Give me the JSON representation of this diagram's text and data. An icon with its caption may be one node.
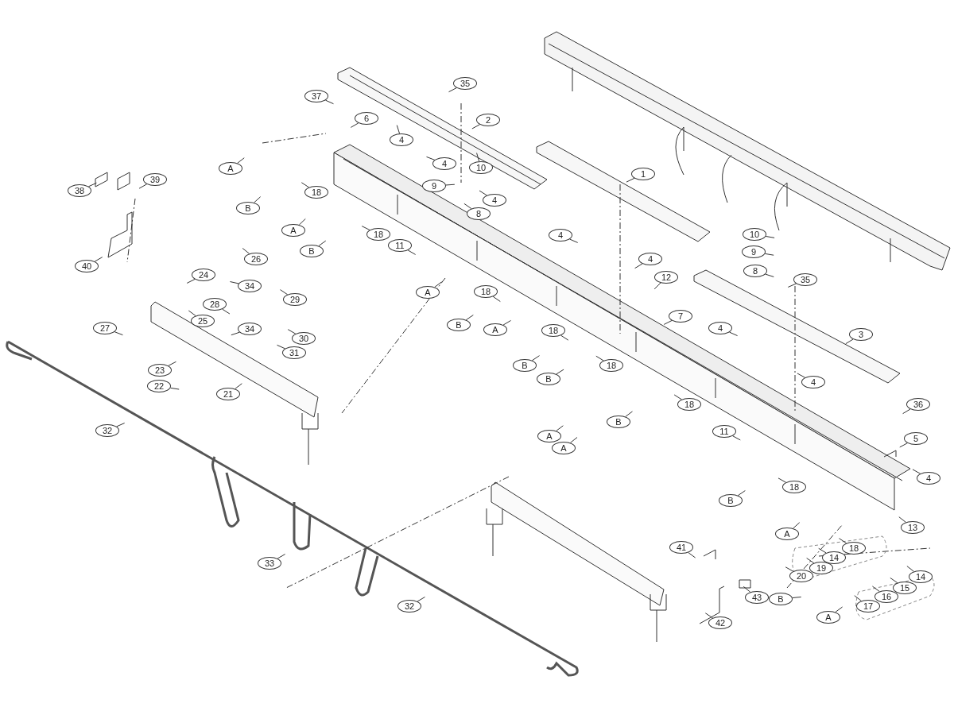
{
  "diagram": {
    "nodes": [
      {
        "text": [
          "35"
        ]
      },
      {
        "text": [
          "37"
        ]
      },
      {
        "text": [
          "6"
        ]
      },
      {
        "text": [
          "2"
        ]
      },
      {
        "text": [
          "4"
        ]
      },
      {
        "text": [
          "4"
        ]
      },
      {
        "text": [
          "10"
        ]
      },
      {
        "text": [
          "A"
        ]
      },
      {
        "text": [
          "1"
        ]
      },
      {
        "text": [
          "39"
        ]
      },
      {
        "text": [
          "9"
        ]
      },
      {
        "text": [
          "38"
        ]
      },
      {
        "text": [
          "18"
        ]
      },
      {
        "text": [
          "4"
        ]
      },
      {
        "text": [
          "B"
        ]
      },
      {
        "text": [
          "8"
        ]
      },
      {
        "text": [
          "18"
        ]
      },
      {
        "text": [
          "4"
        ]
      },
      {
        "text": [
          "A"
        ]
      },
      {
        "text": [
          "10"
        ]
      },
      {
        "text": [
          "11"
        ]
      },
      {
        "text": [
          "B"
        ]
      },
      {
        "text": [
          "9"
        ]
      },
      {
        "text": [
          "26"
        ]
      },
      {
        "text": [
          "40"
        ]
      },
      {
        "text": [
          "4"
        ]
      },
      {
        "text": [
          "8"
        ]
      },
      {
        "text": [
          "24"
        ]
      },
      {
        "text": [
          "12"
        ]
      },
      {
        "text": [
          "35"
        ]
      },
      {
        "text": [
          "34"
        ]
      },
      {
        "text": [
          "A"
        ]
      },
      {
        "text": [
          "18"
        ]
      },
      {
        "text": [
          "29"
        ]
      },
      {
        "text": [
          "28"
        ]
      },
      {
        "text": [
          "7"
        ]
      },
      {
        "text": [
          "25"
        ]
      },
      {
        "text": [
          "B"
        ]
      },
      {
        "text": [
          "27"
        ]
      },
      {
        "text": [
          "34"
        ]
      },
      {
        "text": [
          "4"
        ]
      },
      {
        "text": [
          "A"
        ]
      },
      {
        "text": [
          "18"
        ]
      },
      {
        "text": [
          "3"
        ]
      },
      {
        "text": [
          "30"
        ]
      },
      {
        "text": [
          "31"
        ]
      },
      {
        "text": [
          "B"
        ]
      },
      {
        "text": [
          "18"
        ]
      },
      {
        "text": [
          "23"
        ]
      },
      {
        "text": [
          "B"
        ]
      },
      {
        "text": [
          "4"
        ]
      },
      {
        "text": [
          "22"
        ]
      },
      {
        "text": [
          "21"
        ]
      },
      {
        "text": [
          "18"
        ]
      },
      {
        "text": [
          "36"
        ]
      },
      {
        "text": [
          "B"
        ]
      },
      {
        "text": [
          "32"
        ]
      },
      {
        "text": [
          "11"
        ]
      },
      {
        "text": [
          "A"
        ]
      },
      {
        "text": [
          "5"
        ]
      },
      {
        "text": [
          "A"
        ]
      },
      {
        "text": [
          "4"
        ]
      },
      {
        "text": [
          "18"
        ]
      },
      {
        "text": [
          "B"
        ]
      },
      {
        "text": [
          "13"
        ]
      },
      {
        "text": [
          "A"
        ]
      },
      {
        "text": [
          "18"
        ]
      },
      {
        "text": [
          "41"
        ]
      },
      {
        "text": [
          "14"
        ]
      },
      {
        "text": [
          "33"
        ]
      },
      {
        "text": [
          "19"
        ]
      },
      {
        "text": [
          "20"
        ]
      },
      {
        "text": [
          "14"
        ]
      },
      {
        "text": [
          "15"
        ]
      },
      {
        "text": [
          "43"
        ]
      },
      {
        "text": [
          "B"
        ]
      },
      {
        "text": [
          "16"
        ]
      },
      {
        "text": [
          "32"
        ]
      },
      {
        "text": [
          "17"
        ]
      },
      {
        "text": [
          "A"
        ]
      },
      {
        "text": [
          "42"
        ]
      }
    ],
    "edges": [
      {
        "from": 0,
        "to": null,
        "arrow": "none"
      },
      {
        "from": 1,
        "to": null,
        "arrow": "none"
      },
      {
        "from": 2,
        "to": null,
        "arrow": "none"
      },
      {
        "from": 3,
        "to": null,
        "arrow": "none"
      },
      {
        "from": 4,
        "to": null,
        "arrow": "none"
      },
      {
        "from": 5,
        "to": null,
        "arrow": "none"
      },
      {
        "from": 6,
        "to": null,
        "arrow": "none"
      },
      {
        "from": 7,
        "to": null,
        "arrow": "none"
      },
      {
        "from": 8,
        "to": null,
        "arrow": "none"
      },
      {
        "from": 9,
        "to": null,
        "arrow": "none"
      },
      {
        "from": 10,
        "to": null,
        "arrow": "none"
      },
      {
        "from": 11,
        "to": null,
        "arrow": "none"
      },
      {
        "from": 12,
        "to": null,
        "arrow": "none"
      },
      {
        "from": 13,
        "to": null,
        "arrow": "none"
      },
      {
        "from": 14,
        "to": null,
        "arrow": "none"
      },
      {
        "from": 15,
        "to": null,
        "arrow": "none"
      },
      {
        "from": 16,
        "to": null,
        "arrow": "none"
      },
      {
        "from": 17,
        "to": null,
        "arrow": "none"
      },
      {
        "from": 18,
        "to": null,
        "arrow": "none"
      },
      {
        "from": 19,
        "to": null,
        "arrow": "none"
      },
      {
        "from": 20,
        "to": null,
        "arrow": "none"
      },
      {
        "from": 21,
        "to": null,
        "arrow": "none"
      },
      {
        "from": 22,
        "to": null,
        "arrow": "none"
      },
      {
        "from": 23,
        "to": null,
        "arrow": "none"
      },
      {
        "from": 24,
        "to": null,
        "arrow": "none"
      },
      {
        "from": 25,
        "to": null,
        "arrow": "none"
      },
      {
        "from": 26,
        "to": null,
        "arrow": "none"
      },
      {
        "from": 27,
        "to": null,
        "arrow": "none"
      },
      {
        "from": 28,
        "to": null,
        "arrow": "none"
      },
      {
        "from": 29,
        "to": null,
        "arrow": "none"
      },
      {
        "from": 30,
        "to": null,
        "arrow": "none"
      },
      {
        "from": 31,
        "to": null,
        "arrow": "none"
      },
      {
        "from": 32,
        "to": null,
        "arrow": "none"
      },
      {
        "from": 33,
        "to": null,
        "arrow": "none"
      },
      {
        "from": 34,
        "to": null,
        "arrow": "none"
      },
      {
        "from": 35,
        "to": null,
        "arrow": "none"
      },
      {
        "from": 36,
        "to": null,
        "arrow": "none"
      },
      {
        "from": 37,
        "to": null,
        "arrow": "none"
      },
      {
        "from": 38,
        "to": null,
        "arrow": "none"
      },
      {
        "from": 39,
        "to": null,
        "arrow": "none"
      },
      {
        "from": 40,
        "to": null,
        "arrow": "none"
      },
      {
        "from": 41,
        "to": null,
        "arrow": "none"
      },
      {
        "from": 42,
        "to": null,
        "arrow": "none"
      },
      {
        "from": 43,
        "to": null,
        "arrow": "none"
      },
      {
        "from": 44,
        "to": null,
        "arrow": "none"
      },
      {
        "from": 45,
        "to": null,
        "arrow": "none"
      },
      {
        "from": 46,
        "to": null,
        "arrow": "none"
      },
      {
        "from": 47,
        "to": null,
        "arrow": "none"
      },
      {
        "from": 48,
        "to": null,
        "arrow": "none"
      },
      {
        "from": 49,
        "to": null,
        "arrow": "none"
      },
      {
        "from": 50,
        "to": null,
        "arrow": "none"
      },
      {
        "from": 51,
        "to": null,
        "arrow": "none"
      },
      {
        "from": 52,
        "to": null,
        "arrow": "none"
      },
      {
        "from": 53,
        "to": null,
        "arrow": "none"
      },
      {
        "from": 54,
        "to": null,
        "arrow": "none"
      },
      {
        "from": 55,
        "to": null,
        "arrow": "none"
      },
      {
        "from": 56,
        "to": null,
        "arrow": "none"
      },
      {
        "from": 57,
        "to": null,
        "arrow": "none"
      },
      {
        "from": 58,
        "to": null,
        "arrow": "none"
      },
      {
        "from": 59,
        "to": null,
        "arrow": "none"
      },
      {
        "from": 60,
        "to": null,
        "arrow": "none"
      },
      {
        "from": 61,
        "to": null,
        "arrow": "none"
      },
      {
        "from": 62,
        "to": null,
        "arrow": "none"
      },
      {
        "from": 63,
        "to": null,
        "arrow": "none"
      },
      {
        "from": 64,
        "to": null,
        "arrow": "none"
      },
      {
        "from": 65,
        "to": null,
        "arrow": "none"
      },
      {
        "from": 66,
        "to": null,
        "arrow": "none"
      },
      {
        "from": 67,
        "to": null,
        "arrow": "none"
      },
      {
        "from": 68,
        "to": null,
        "arrow": "none"
      },
      {
        "from": 69,
        "to": null,
        "arrow": "none"
      },
      {
        "from": 70,
        "to": null,
        "arrow": "none"
      },
      {
        "from": 71,
        "to": null,
        "arrow": "none"
      },
      {
        "from": 72,
        "to": null,
        "arrow": "none"
      },
      {
        "from": 73,
        "to": null,
        "arrow": "none"
      },
      {
        "from": 74,
        "to": null,
        "arrow": "none"
      },
      {
        "from": 75,
        "to": null,
        "arrow": "none"
      },
      {
        "from": 76,
        "to": null,
        "arrow": "none"
      },
      {
        "from": 77,
        "to": null,
        "arrow": "none"
      },
      {
        "from": 78,
        "to": null,
        "arrow": "none"
      },
      {
        "from": 79,
        "to": null,
        "arrow": "none"
      },
      {
        "from": 80,
        "to": null,
        "arrow": "none"
      }
    ]
  }
}
